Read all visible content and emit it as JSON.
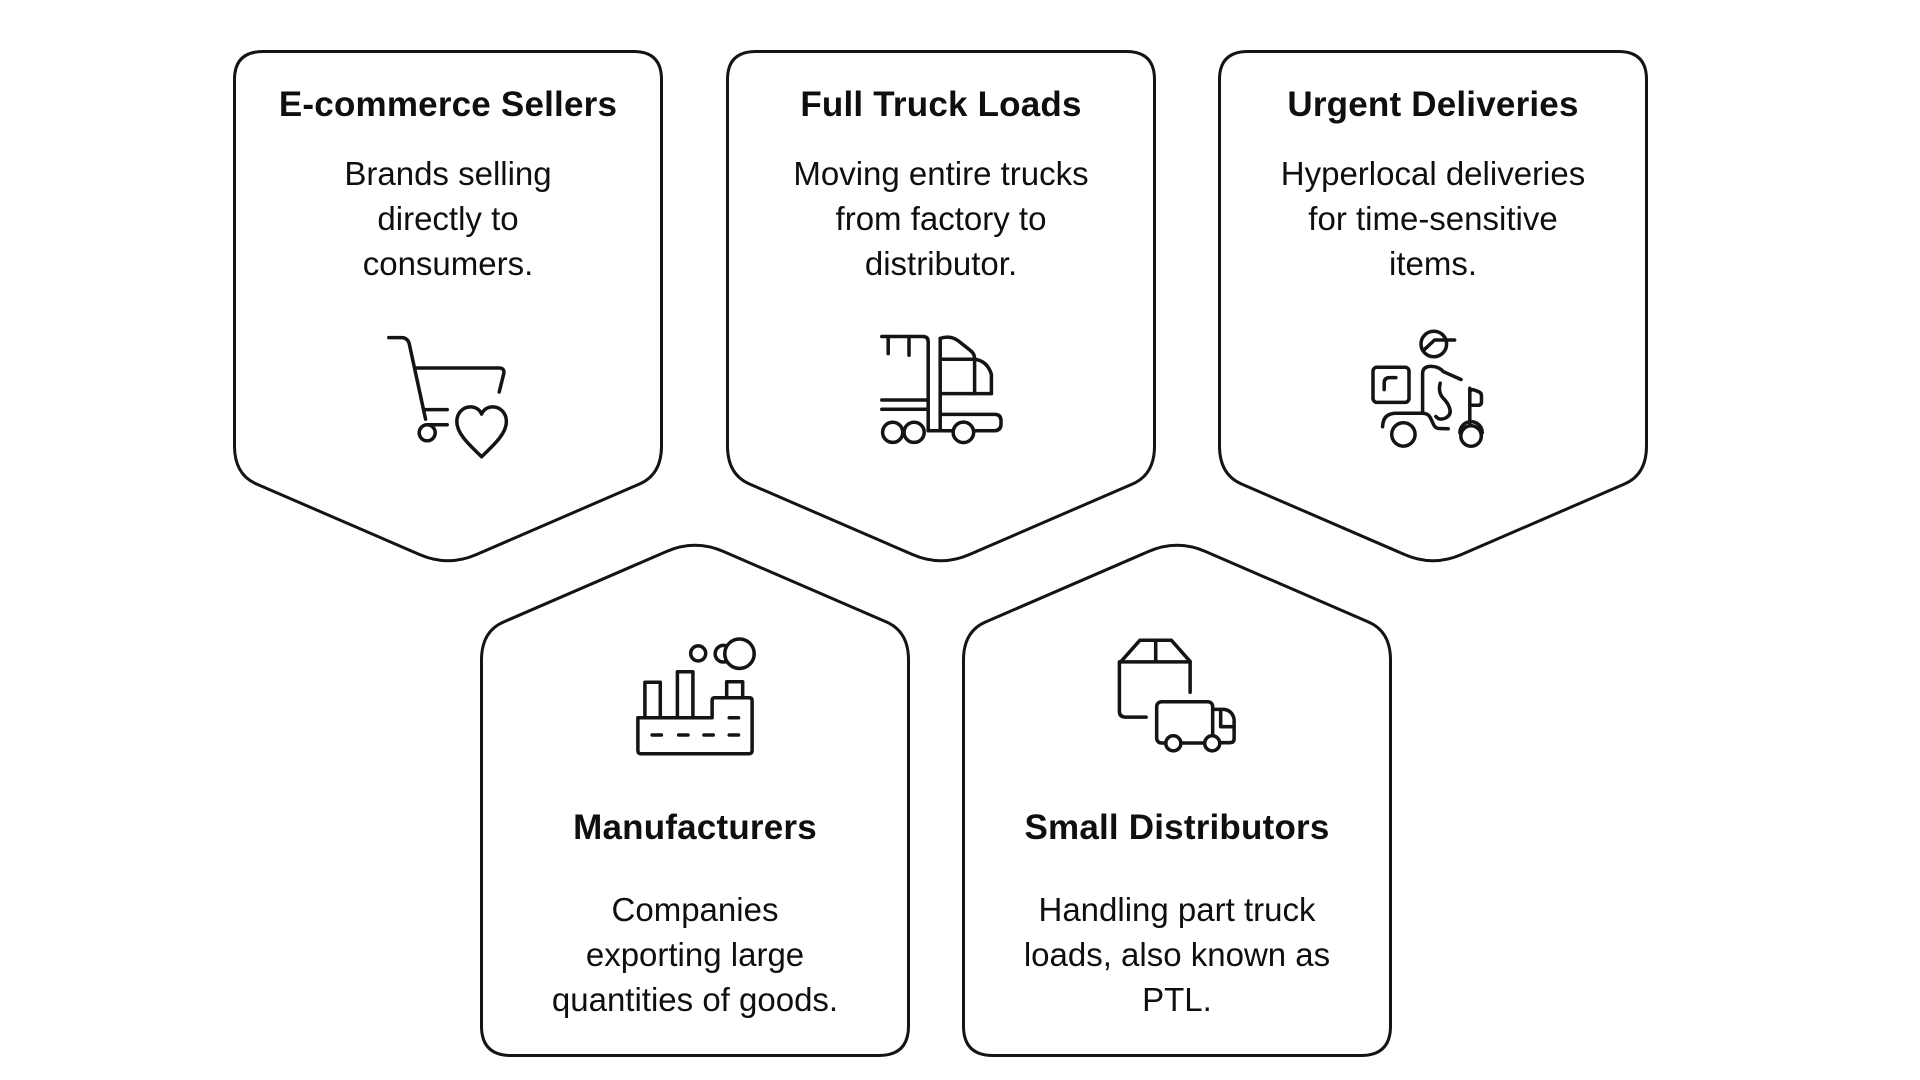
{
  "cards": [
    {
      "name": "e-commerce-sellers",
      "title": "E-commerce Sellers",
      "description": "Brands selling\ndirectly to\nconsumers.",
      "icon": "shopping-cart-heart-icon",
      "shape": "point-down"
    },
    {
      "name": "full-truck-loads",
      "title": "Full Truck Loads",
      "description": "Moving entire trucks\nfrom factory to\ndistributor.",
      "icon": "semi-truck-icon",
      "shape": "point-down"
    },
    {
      "name": "urgent-deliveries",
      "title": "Urgent Deliveries",
      "description": "Hyperlocal deliveries\nfor time-sensitive\nitems.",
      "icon": "delivery-scooter-icon",
      "shape": "point-down"
    },
    {
      "name": "manufacturers",
      "title": "Manufacturers",
      "description": "Companies\nexporting large\nquantities of goods.",
      "icon": "factory-icon",
      "shape": "point-up"
    },
    {
      "name": "small-distributors",
      "title": "Small Distributors",
      "description": "Handling part truck\nloads, also known as\nPTL.",
      "icon": "box-delivery-truck-icon",
      "shape": "point-up"
    }
  ],
  "colors": {
    "background": "#ffffff",
    "card_fill": "#ffffff",
    "outline": "#141414",
    "text": "#0f0f0f"
  }
}
